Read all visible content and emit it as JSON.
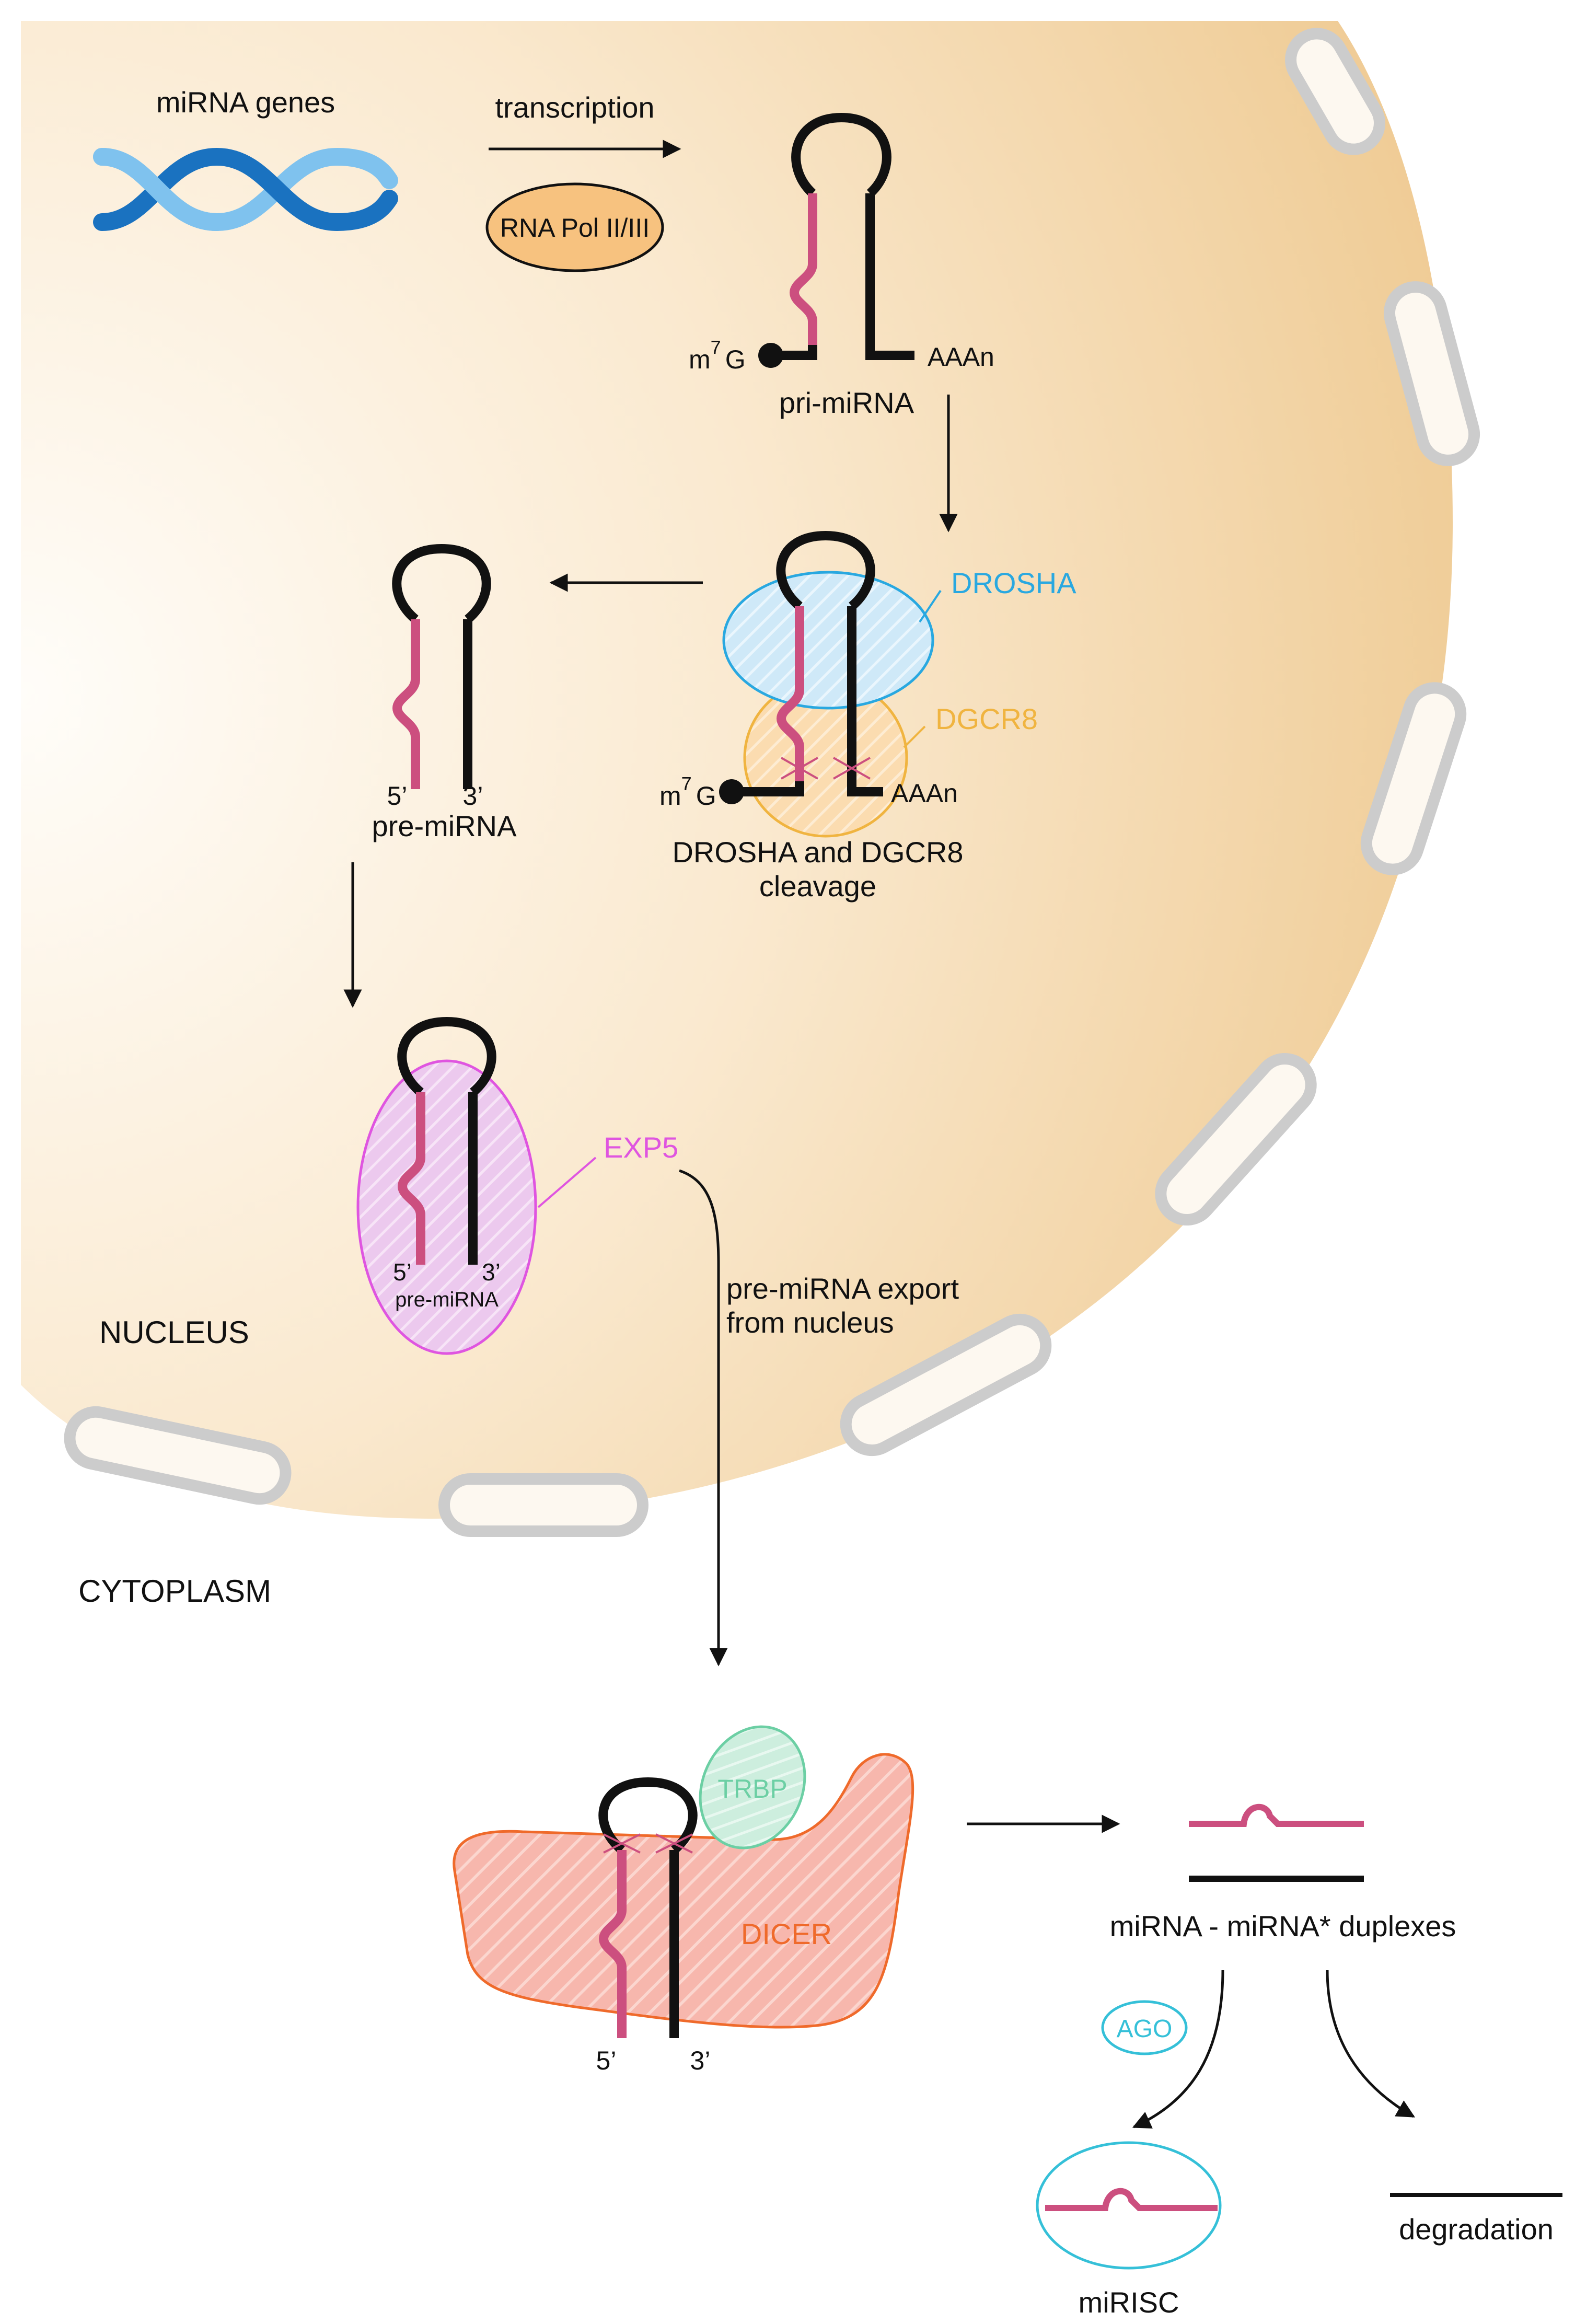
{
  "labels": {
    "mirna_genes": "miRNA genes",
    "transcription": "transcription",
    "rna_pol": "RNA Pol II/III",
    "m7g_m": "m",
    "m7g_sup": "7",
    "m7g_g": "G",
    "aaan": "AAAn",
    "pri_mirna": "pri-miRNA",
    "drosha": "DROSHA",
    "dgcr8": "DGCR8",
    "cleavage_line1": "DROSHA and DGCR8",
    "cleavage_line2": "cleavage",
    "five_prime": "5’",
    "three_prime": "3’",
    "pre_mirna": "pre-miRNA",
    "exp5": "EXP5",
    "export_line1": "pre-miRNA export",
    "export_line2": "from nucleus",
    "nucleus": "NUCLEUS",
    "cytoplasm": "CYTOPLASM",
    "trbp": "TRBP",
    "dicer": "DICER",
    "duplexes": "miRNA - miRNA* duplexes",
    "ago": "AGO",
    "mirisc": "miRISC",
    "degradation": "degradation"
  },
  "colors": {
    "nucleus_fill": "#f1cf9c",
    "membrane": "#cccccc",
    "dna_dark": "#1a72c0",
    "dna_light": "#7fc2ee",
    "pol_fill": "#f7c27f",
    "mirna_strand": "#cc4f7f",
    "drosha": "#29a8e0",
    "dgcr8": "#f0b440",
    "exp5": "#df55e0",
    "trbp": "#6ccfa4",
    "dicer": "#ef6a2b",
    "ago": "#35c0d8"
  }
}
